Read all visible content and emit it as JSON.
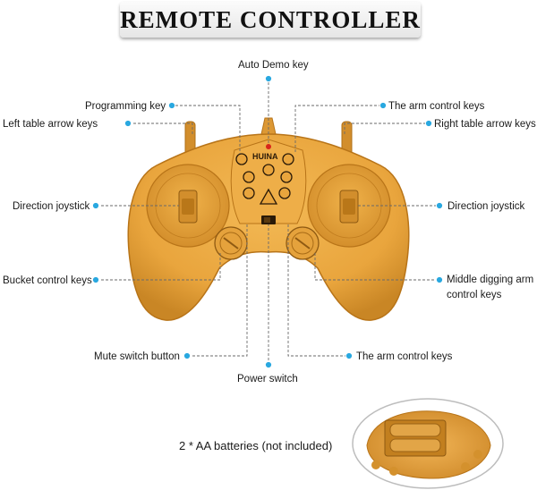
{
  "title": "REMOTE CONTROLLER",
  "brand_text": "HUINA",
  "colors": {
    "controller_body": "#e9a53d",
    "controller_dark": "#b87418",
    "callout_dot": "#29a8e0",
    "leader_line": "#6a6a6a"
  },
  "labels": {
    "auto_demo_key": "Auto Demo key",
    "programming_key": "Programming key",
    "arm_control_keys_top": "The arm control keys",
    "left_table_arrow_keys": "Left table arrow keys",
    "right_table_arrow_keys": "Right table arrow keys",
    "direction_joystick_left": "Direction joystick",
    "direction_joystick_right": "Direction joystick",
    "bucket_control_keys": "Bucket control keys",
    "middle_digging_arm_control_keys": "Middle digging arm control keys",
    "mute_switch_button": "Mute switch button",
    "arm_control_keys_bottom": "The arm control keys",
    "power_switch": "Power switch"
  },
  "battery_caption": "2 * AA batteries (not included)"
}
